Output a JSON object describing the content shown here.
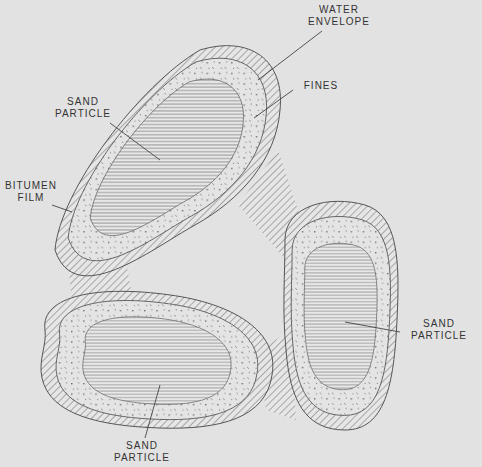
{
  "diagram": {
    "labels": [
      "WATER ENVELOPE",
      "SAND PARTICLE",
      "FINES",
      "BITUMEN FILM",
      "SAND PARTICLE",
      "SAND PARTICLE"
    ]
  }
}
